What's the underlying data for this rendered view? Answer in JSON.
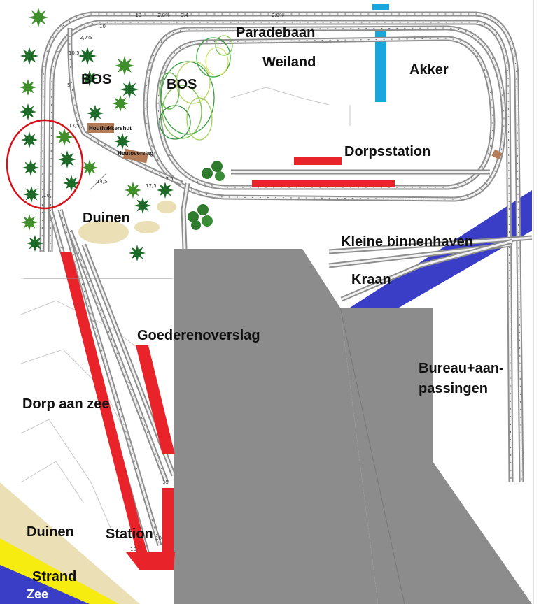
{
  "labels": {
    "paradebaan": "Paradebaan",
    "weiland": "Weiland",
    "akker": "Akker",
    "bos_left": "BOS",
    "bos_center": "BOS",
    "houthakkershut": "Houthakkershut",
    "houtoverslag": "Houtoverslag",
    "dorpsstation": "Dorpsstation",
    "duinen_top": "Duinen",
    "kleine_binnenhaven": "Kleine binnenhaven",
    "kraan": "Kraan",
    "goederenoverslag": "Goederenoverslag",
    "bureau_line1": "Bureau+aan-",
    "bureau_line2": "passingen",
    "dorp_aan_zee": "Dorp aan zee",
    "duinen_bottom": "Duinen",
    "station": "Station",
    "strand": "Strand",
    "zee": "Zee"
  },
  "track_numbers": {
    "n1": "10",
    "n2": "2,8%",
    "n3": "9,4",
    "n4": "2,8%",
    "n5": "10",
    "n6": "2,7%",
    "n7": "10,5",
    "n8": "5",
    "n9": "13,5",
    "n10": "17,5",
    "n11": "17,5",
    "n12": "14,5",
    "n13": "10",
    "n14": "15",
    "n15": "10",
    "n16": "10"
  },
  "colors": {
    "platform_red": "#e8242a",
    "water_blue": "#3a3ec7",
    "akker_blue": "#19a6dc",
    "sand": "#eadfb5",
    "beach_yellow": "#f7ec10",
    "building_gray": "#8c8c8c",
    "track_gray": "#8e8e8e",
    "tree_green": "#1d6b28"
  },
  "icons": [
    "conifer-tree-icon",
    "bush-icon",
    "hut-icon"
  ]
}
